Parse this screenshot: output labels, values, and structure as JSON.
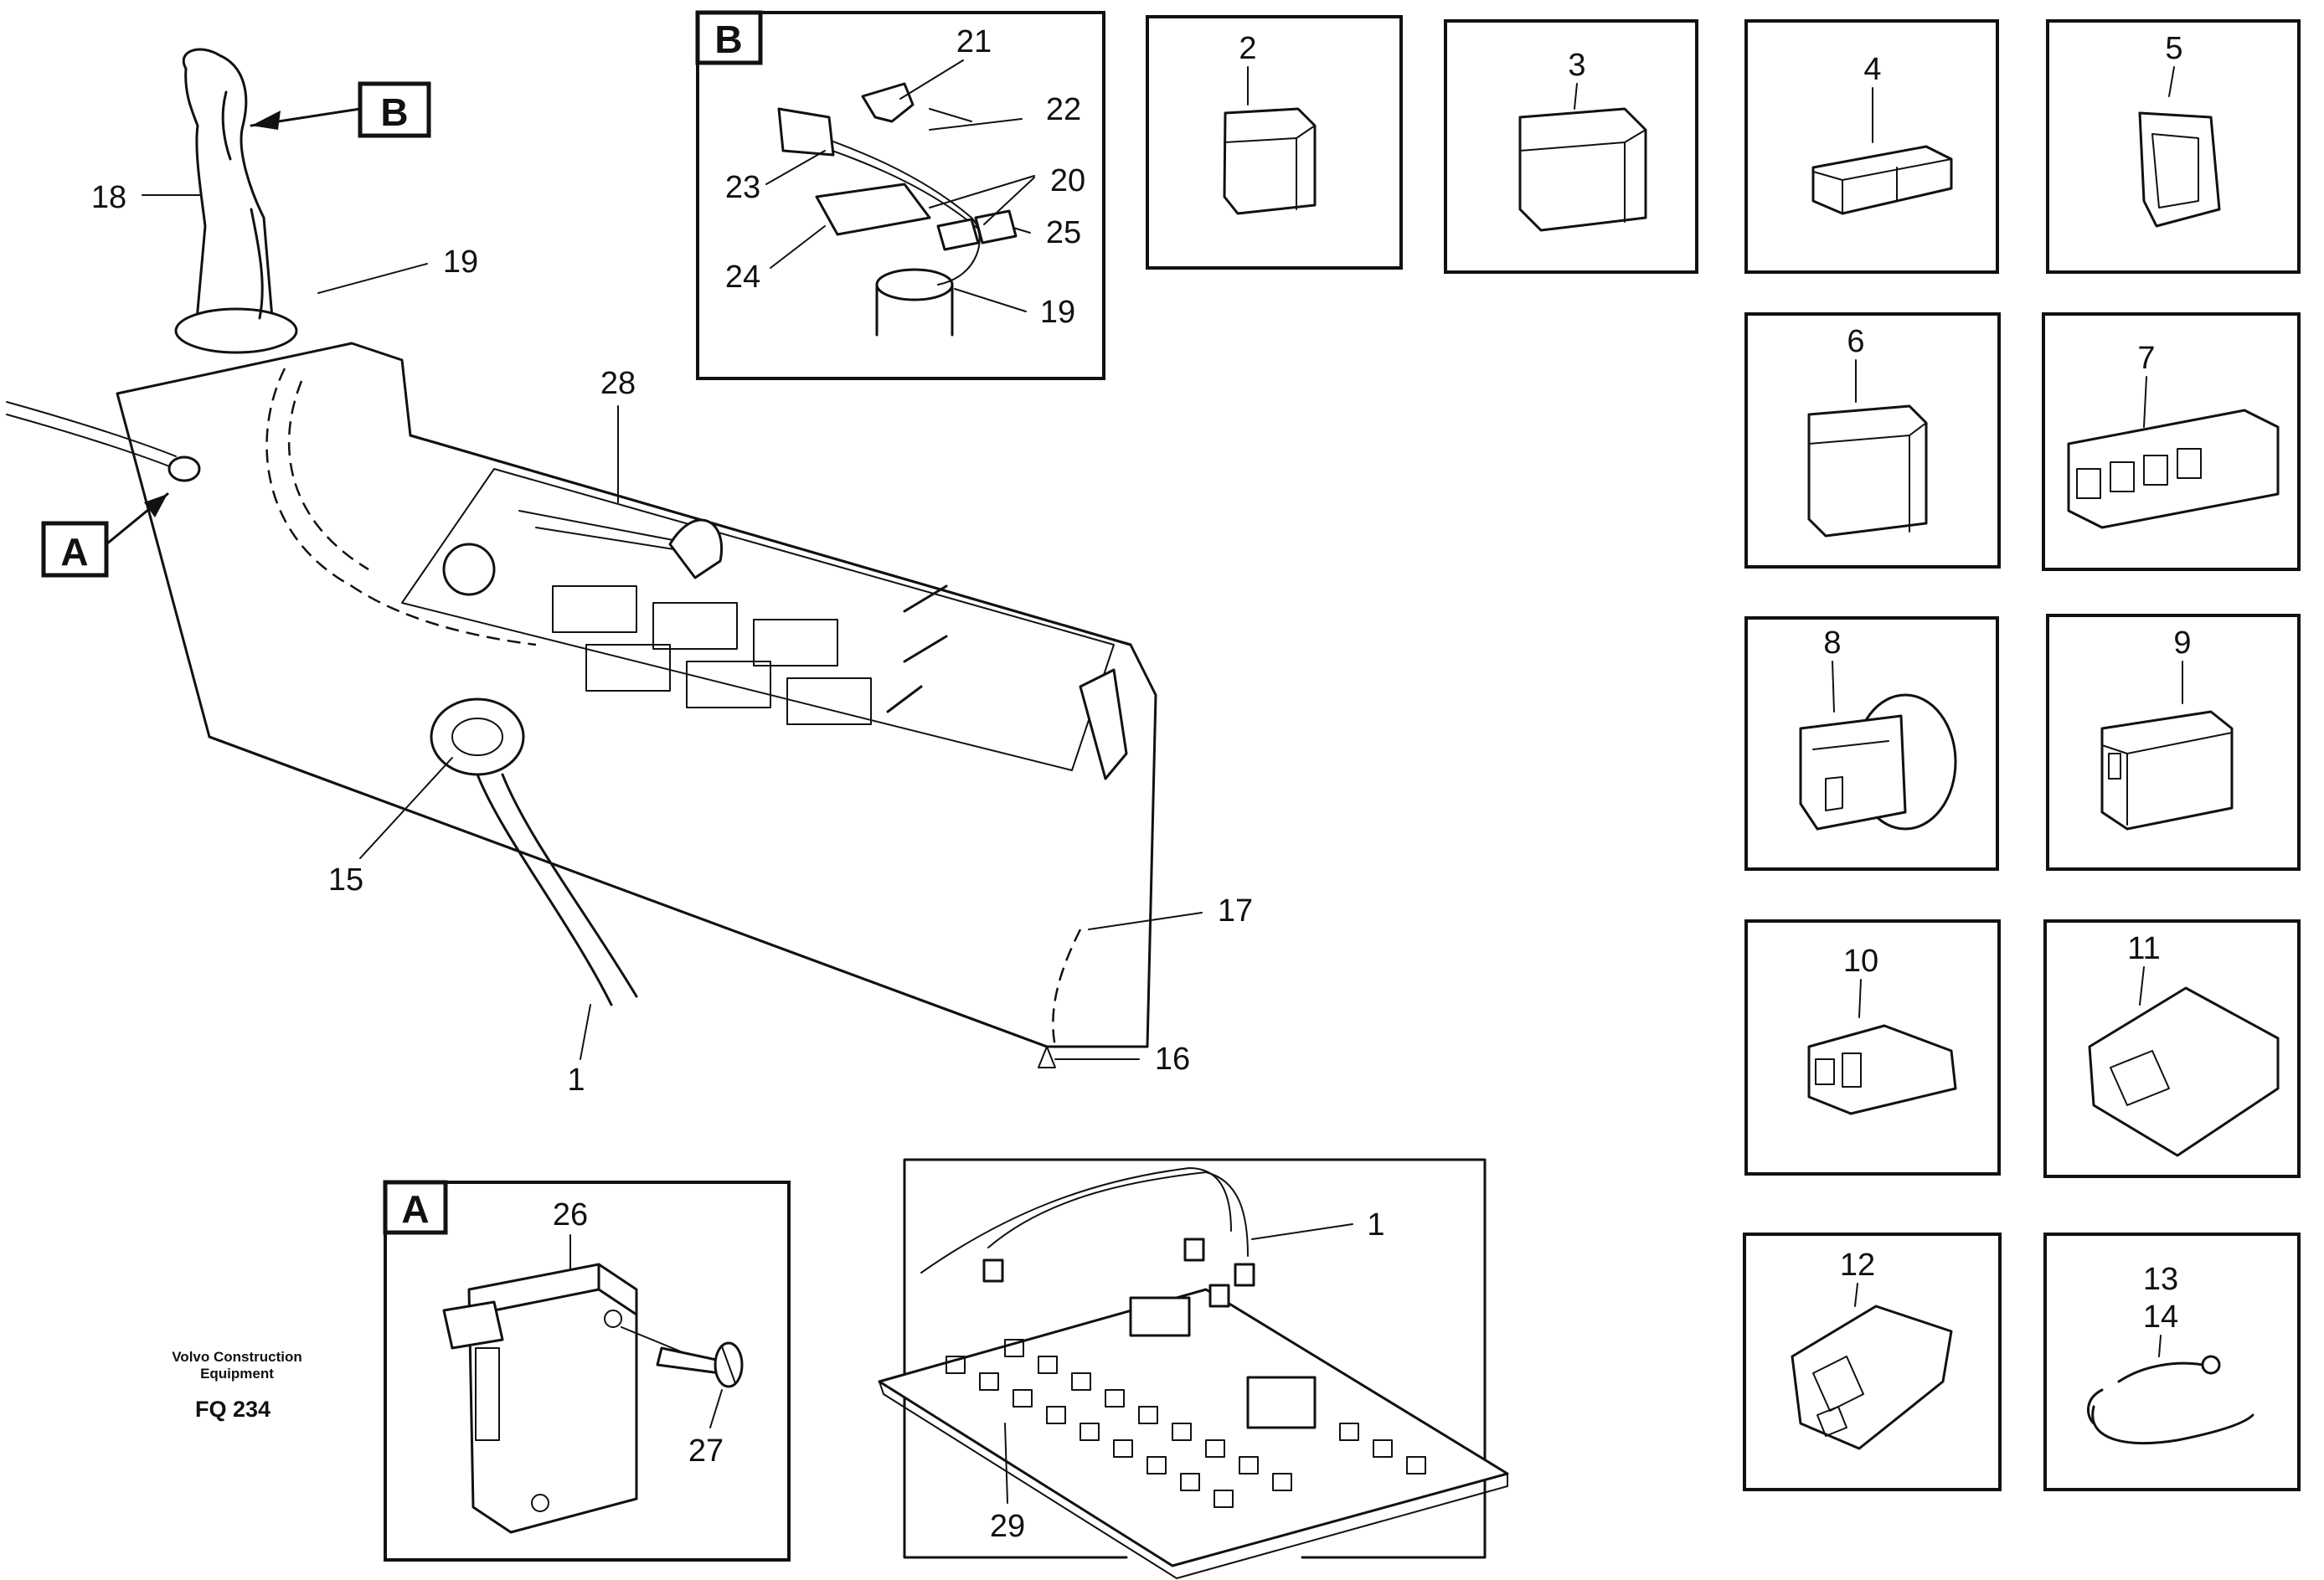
{
  "detail_b": {
    "tag": "B",
    "labels": [
      "21",
      "22",
      "23",
      "20",
      "24",
      "25",
      "19"
    ]
  },
  "detail_a": {
    "tag": "A",
    "labels": [
      "26",
      "27"
    ]
  },
  "main_view": {
    "callout_a": "A",
    "callout_b": "B",
    "labels": [
      "18",
      "19",
      "28",
      "15",
      "1",
      "17",
      "16"
    ]
  },
  "circuit_board": {
    "labels": [
      "1",
      "29"
    ]
  },
  "connectors": [
    "2",
    "3",
    "4",
    "5",
    "6",
    "7",
    "8",
    "9",
    "10",
    "11",
    "12",
    "13",
    "14"
  ],
  "caption": {
    "line1": "Volvo Construction",
    "line2": "Equipment",
    "code": "FQ 234"
  }
}
